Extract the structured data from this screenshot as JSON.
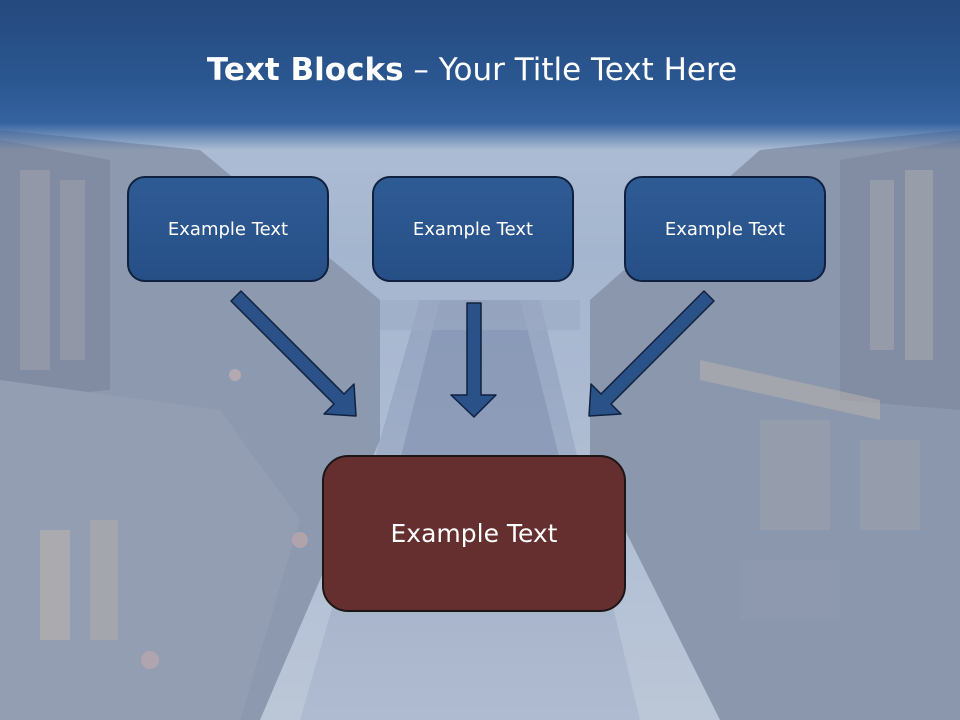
{
  "slide": {
    "title_bold": "Text Blocks",
    "title_dash": " – ",
    "title_rest": "Your Title Text Here",
    "top_boxes": [
      "Example Text",
      "Example Text",
      "Example Text"
    ],
    "bottom_box": "Example Text"
  },
  "colors": {
    "title_band": "#2b5791",
    "top_box_fill": "#2a5289",
    "bottom_box_fill": "#652f2f",
    "arrow_fill": "#2b5288"
  }
}
